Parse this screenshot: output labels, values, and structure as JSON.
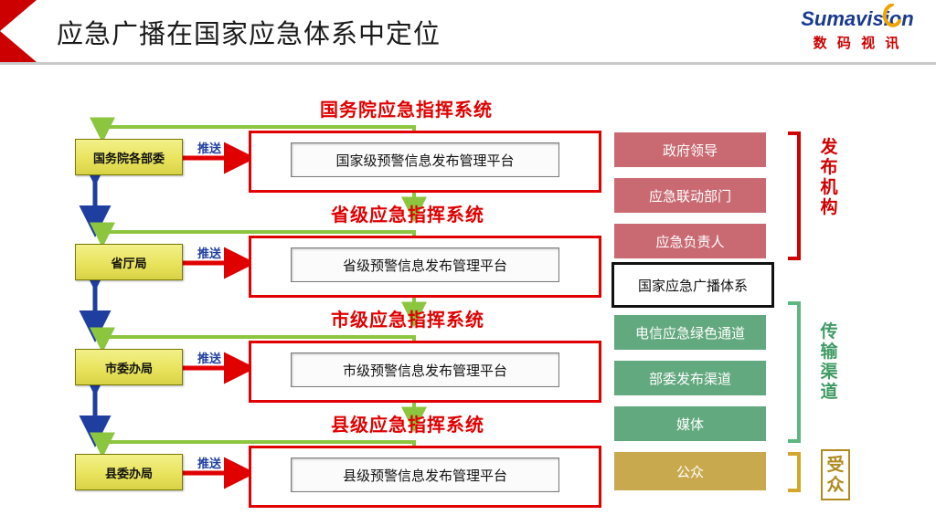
{
  "header": {
    "title": "应急广播在国家应急体系中定位",
    "logo_top": "Sumavision",
    "logo_bottom": "数 码 视 讯"
  },
  "levels": [
    {
      "system_title": "国务院应急指挥系统",
      "platform": "国家级预警信息发布管理平台",
      "gov_unit": "国务院各部委",
      "push_label": "推送"
    },
    {
      "system_title": "省级应急指挥系统",
      "platform": "省级预警信息发布管理平台",
      "gov_unit": "省厅局",
      "push_label": "推送"
    },
    {
      "system_title": "市级应急指挥系统",
      "platform": "市级预警信息发布管理平台",
      "gov_unit": "市委办局",
      "push_label": "推送"
    },
    {
      "system_title": "县级应急指挥系统",
      "platform": "县级预警信息发布管理平台",
      "gov_unit": "县委办局",
      "push_label": "推送"
    }
  ],
  "right_column": {
    "items": [
      {
        "label": "政府领导",
        "style": "pink"
      },
      {
        "label": "应急联动部门",
        "style": "pink"
      },
      {
        "label": "应急负责人",
        "style": "pink"
      },
      {
        "label": "国家应急广播体系",
        "style": "highlight"
      },
      {
        "label": "电信应急绿色通道",
        "style": "green"
      },
      {
        "label": "部委发布渠道",
        "style": "green"
      },
      {
        "label": "媒体",
        "style": "green"
      },
      {
        "label": "公众",
        "style": "gold"
      }
    ],
    "group_labels": [
      {
        "text": "发布机构",
        "color": "#d00000"
      },
      {
        "text": "传输渠道",
        "color": "#3f9b63"
      },
      {
        "text": "受众",
        "color": "#b08a1e"
      }
    ]
  },
  "colors": {
    "accent_red": "#e00000",
    "arrow_blue": "#1f3fa0",
    "arrow_green": "#8cc63f",
    "brand_blue": "#1a3a8f"
  }
}
